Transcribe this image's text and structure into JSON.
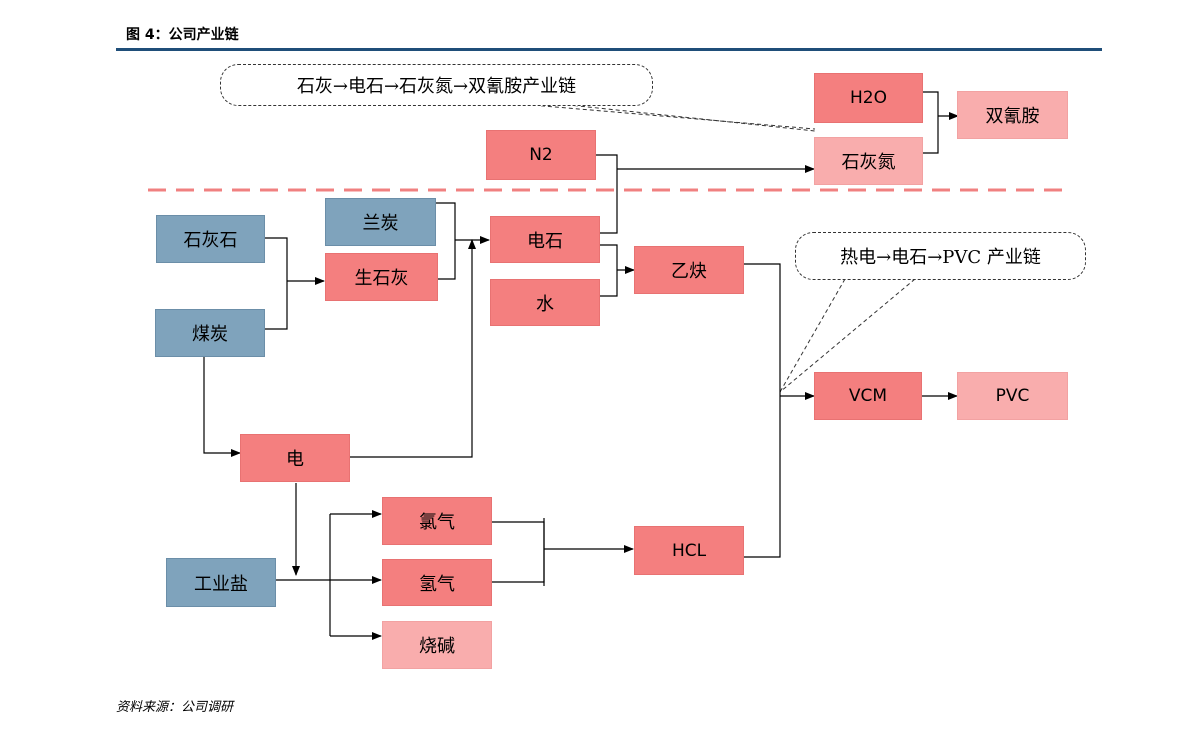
{
  "figure_title": "图 4：公司产业链",
  "source": "资料来源：公司调研",
  "callouts": {
    "upper": "石灰→电石→石灰氮→双氰胺产业链",
    "lower": "热电→电石→PVC 产业链"
  },
  "nodes": {
    "h2o": "H2O",
    "shuangqingan": "双氰胺",
    "shihuidan": "石灰氮",
    "n2": "N2",
    "lantan": "兰炭",
    "shihuishi": "石灰石",
    "shengshihui": "生石灰",
    "meitan": "煤炭",
    "dianshi": "电石",
    "shui": "水",
    "yique": "乙炔",
    "vcm": "VCM",
    "pvc": "PVC",
    "dian": "电",
    "luqi": "氯气",
    "qingqi": "氢气",
    "hcl": "HCL",
    "gongyeyan": "工业盐",
    "shaojian": "烧碱"
  },
  "colors": {
    "raw_material": "#7fa3bc",
    "intermediate": "#f47f7f",
    "product": "#f9adad",
    "title_rule": "#1f4e79",
    "divider": "#f08080"
  }
}
